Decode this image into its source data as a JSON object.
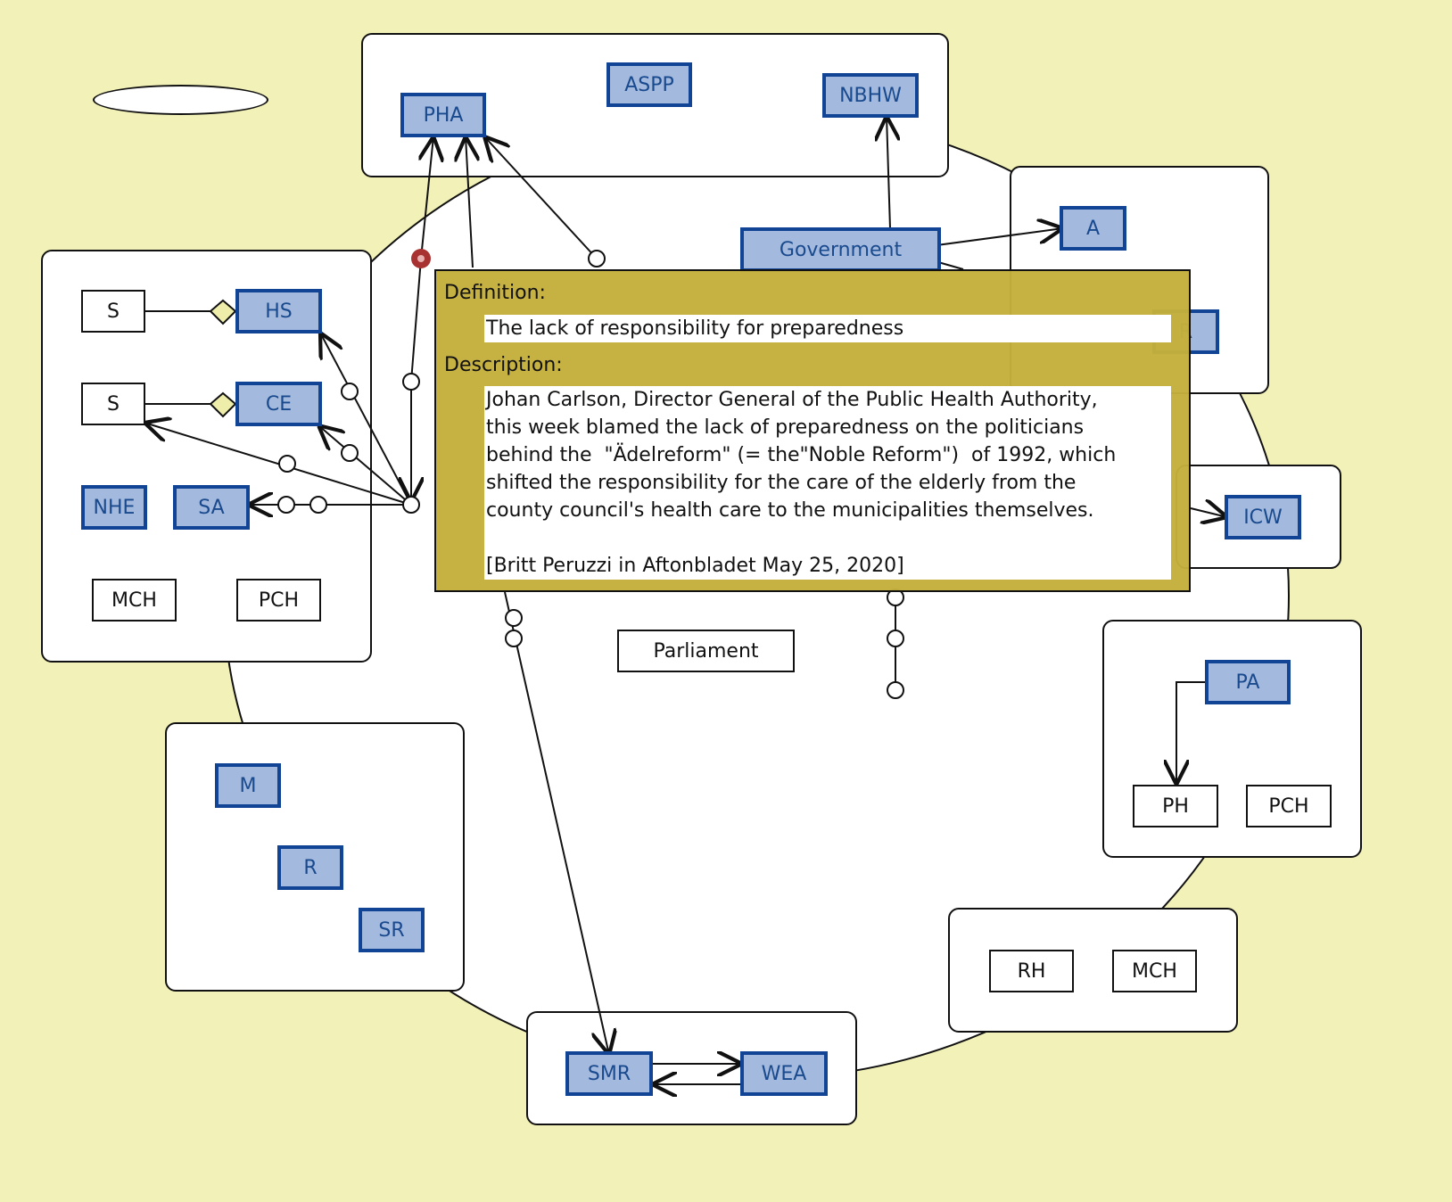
{
  "groups": {
    "top": {
      "nodes": {
        "pha": "PHA",
        "aspp": "ASPP",
        "nbhw": "NBHW"
      }
    },
    "left": {
      "nodes": {
        "s1": "S",
        "hs": "HS",
        "s2": "S",
        "ce": "CE",
        "nhe": "NHE",
        "sa": "SA",
        "mch": "MCH",
        "pch": "PCH"
      }
    },
    "right_top": {
      "nodes": {
        "a": "A",
        "r": "R"
      }
    },
    "right_mid": {
      "nodes": {
        "icw": "ICW"
      }
    },
    "right_lower": {
      "nodes": {
        "pa": "PA",
        "ph": "PH",
        "pch": "PCH"
      }
    },
    "bottom_right": {
      "nodes": {
        "rh": "RH",
        "mch": "MCH"
      }
    },
    "bottom_left": {
      "nodes": {
        "m": "M",
        "r": "R",
        "sr": "SR"
      }
    },
    "bottom": {
      "nodes": {
        "smr": "SMR",
        "wea": "WEA"
      }
    }
  },
  "center": {
    "government": "Government",
    "parliament": "Parliament"
  },
  "popup": {
    "definition_label": "Definition:",
    "definition": "The lack of responsibility for preparedness",
    "description_label": "Description:",
    "description_lines": [
      "Johan Carlson, Director General of the Public Health Authority,",
      "this week blamed the lack of preparedness on the politicians",
      "behind the  \"Ädelreform\" (= the\"Noble Reform\")  of 1992, which",
      "shifted the responsibility for the care of the elderly from the",
      "county council's health care to the municipalities themselves.",
      "",
      "[Britt Peruzzi in Aftonbladet May 25, 2020]"
    ]
  },
  "colors": {
    "background": "#f2f2b8",
    "node_fill": "#a3b9de",
    "node_border": "#114494",
    "popup": "#c4b03c",
    "marker": "#a83232"
  }
}
